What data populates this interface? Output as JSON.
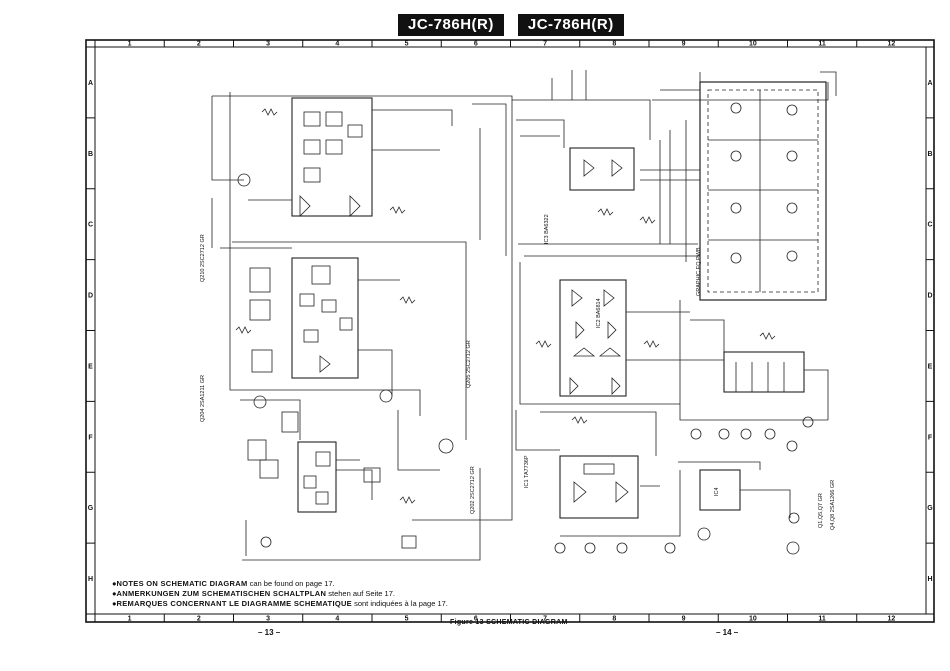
{
  "header": {
    "model_left": "JC-786H(R)",
    "model_right": "JC-786H(R)"
  },
  "grid": {
    "columns": [
      "1",
      "2",
      "3",
      "4",
      "5",
      "6",
      "7",
      "8",
      "9",
      "10",
      "11",
      "12"
    ],
    "rows": [
      "A",
      "B",
      "C",
      "D",
      "E",
      "F",
      "G",
      "H"
    ]
  },
  "notes": [
    {
      "bullet": "●",
      "title": "NOTES ON SCHEMATIC DIAGRAM",
      "rest": " can be found on page 17."
    },
    {
      "bullet": "●",
      "title": "ANMERKUNGEN ZUM SCHEMATISCHEN SCHALTPLAN",
      "rest": " stehen auf Seite 17."
    },
    {
      "bullet": "●",
      "title": "REMARQUES CONCERNANT LE DIAGRAMME SCHEMATIQUE",
      "rest": " sont indiquées à la page 17."
    }
  ],
  "caption": "Figure 13  SCHEMATIC DIAGRAM",
  "pages": {
    "left": "– 13 –",
    "right": "– 14 –"
  },
  "labels": {
    "q210": "Q210 2SC2712 GR",
    "q204": "Q204 2SA1211 GR",
    "q202": "Q202 2SC2712 GR",
    "q205": "Q205 2SC2712 GR",
    "ic1": "IC1 TA7736P",
    "ic2": "IC2 BA6814",
    "ic3": "IC3 BA6322",
    "ic4": "IC4",
    "graphic_eq": "GRAPHIC EQ PWB",
    "q_list": "Q1,Q5,Q7 GR",
    "q_list2": "Q4,Q8 2SA1266 GR"
  }
}
